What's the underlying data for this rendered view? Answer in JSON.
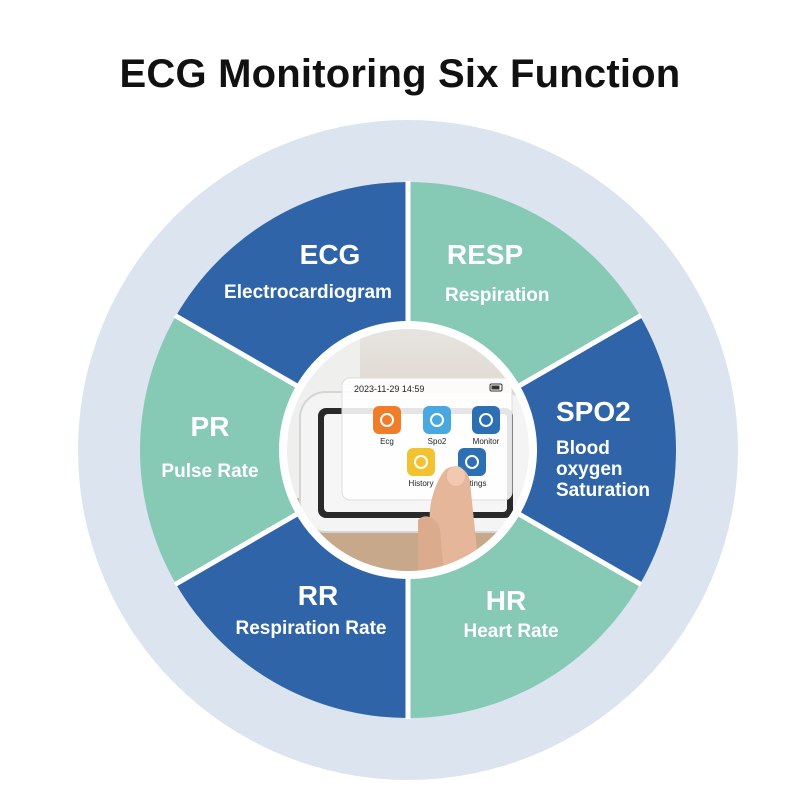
{
  "title": "ECG Monitoring Six Function",
  "colors": {
    "dark_blue": "#2f65a8",
    "mint": "#86c9b5",
    "outer_ring": "#dbe4ef",
    "title": "#111111"
  },
  "segments": [
    {
      "id": "ecg",
      "title": "ECG",
      "subtitle": [
        "Electrocardiogram"
      ],
      "color": "dark_blue"
    },
    {
      "id": "resp",
      "title": "RESP",
      "subtitle": [
        "Respiration"
      ],
      "color": "mint"
    },
    {
      "id": "spo2",
      "title": "SPO2",
      "subtitle": [
        "Blood",
        "oxygen",
        "Saturation"
      ],
      "color": "dark_blue"
    },
    {
      "id": "hr",
      "title": "HR",
      "subtitle": [
        "Heart Rate"
      ],
      "color": "mint"
    },
    {
      "id": "rr",
      "title": "RR",
      "subtitle": [
        "Respiration Rate"
      ],
      "color": "dark_blue"
    },
    {
      "id": "pr",
      "title": "PR",
      "subtitle": [
        "Pulse Rate"
      ],
      "color": "mint"
    }
  ],
  "device": {
    "datetime": "2023-11-29 14:59",
    "apps": [
      {
        "label": "Ecg",
        "icon": "heart-ecg-icon",
        "color": "#f07d2a"
      },
      {
        "label": "Spo2",
        "icon": "drop-icon",
        "color": "#4aa8e0"
      },
      {
        "label": "Monitor",
        "icon": "monitor-icon",
        "color": "#2c6fb3"
      },
      {
        "label": "History",
        "icon": "history-icon",
        "color": "#f2c230"
      },
      {
        "label": "Settings",
        "icon": "gear-icon",
        "color": "#2c6fb3"
      }
    ]
  }
}
